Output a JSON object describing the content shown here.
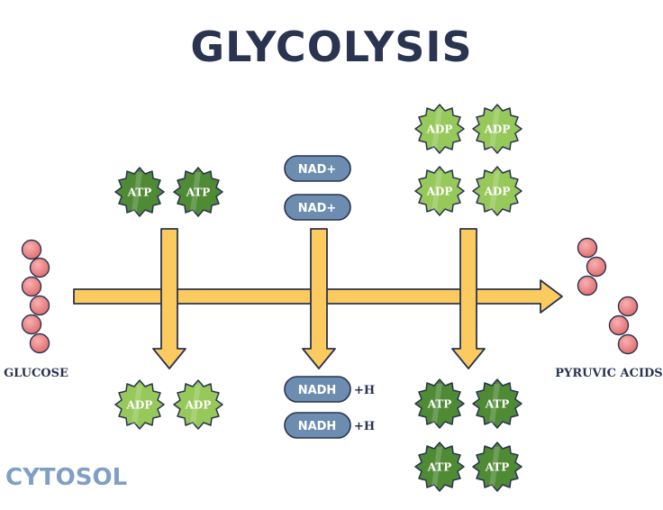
{
  "title": "GLYCOLYSIS",
  "input_label": "GLUCOSE",
  "output_label": "PYRUVIC ACIDS",
  "region_label": "CYTOSOL",
  "atp": "ATP",
  "adp": "ADP",
  "nad": "NAD+",
  "nadh": "NADH",
  "plus_h": "+H",
  "colors": {
    "title": "#2a3350",
    "arrow_fill": "#fbcb5f",
    "arrow_stroke": "#2a3350",
    "atp_green": "#4f8a35",
    "adp_green": "#97c85a",
    "pill_blue": "#6c8cb0",
    "bead_red": "#f08b8b",
    "cytosol": "#7fa0c4"
  }
}
